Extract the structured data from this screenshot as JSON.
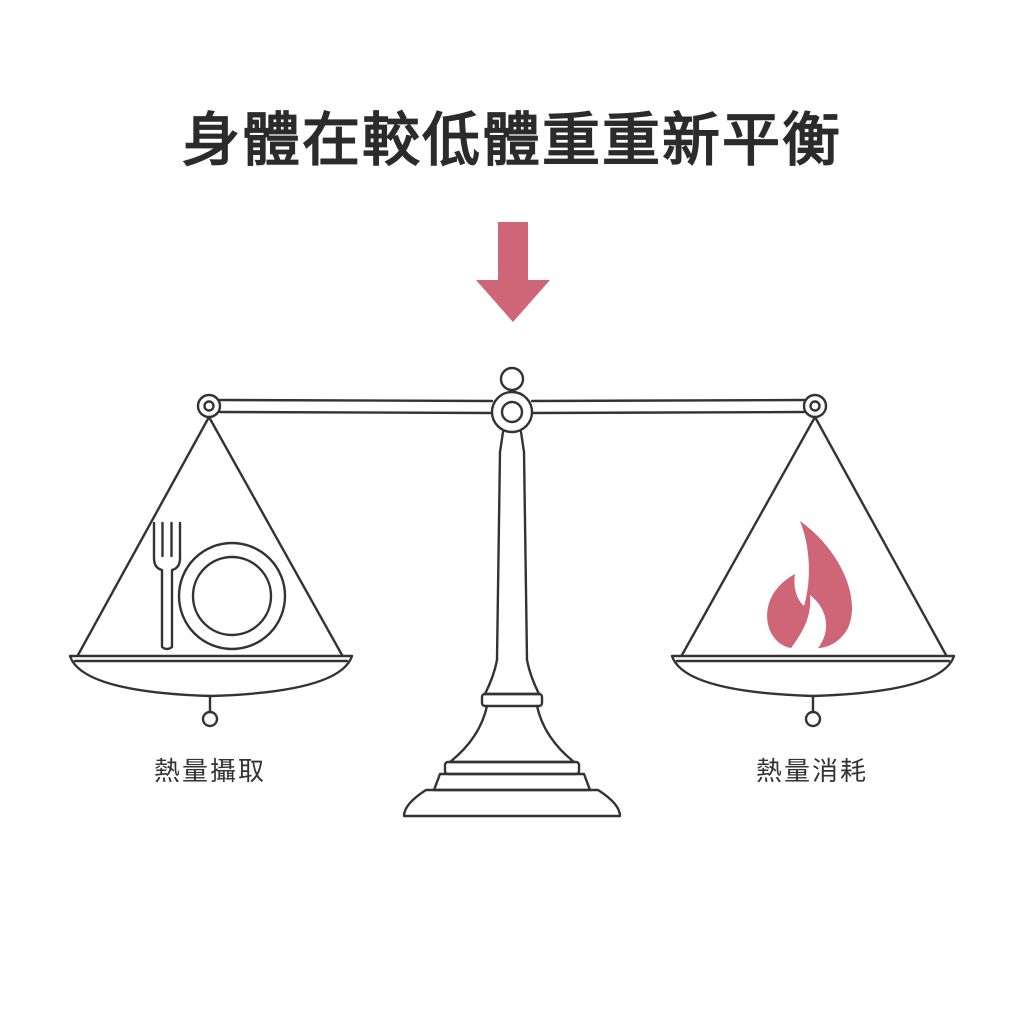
{
  "title": "身體在較低體重重新平衡",
  "left_pan": {
    "label": "熱量攝取",
    "icons": [
      "fork-icon",
      "plate-icon"
    ]
  },
  "right_pan": {
    "label": "熱量消耗",
    "icons": [
      "flame-icon"
    ]
  },
  "indicator": {
    "icon": "arrow-down-icon"
  },
  "colors": {
    "accent": "#cf6677",
    "line": "#333333",
    "text": "#2b2b2b"
  }
}
